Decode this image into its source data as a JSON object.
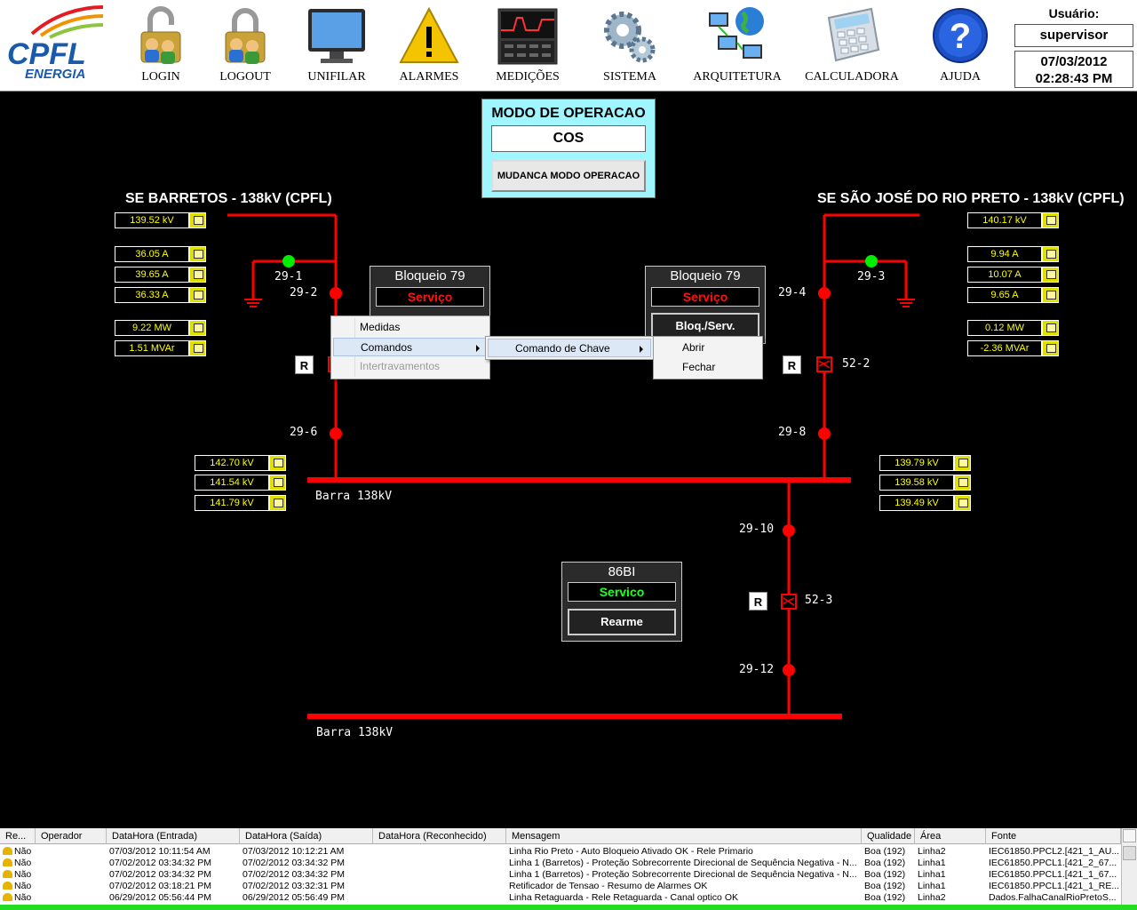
{
  "header": {
    "logo_top": "CPFL",
    "logo_bottom": "ENERGIA",
    "nav": [
      {
        "label": "LOGIN",
        "icon": "lock-open-users-icon"
      },
      {
        "label": "LOGOUT",
        "icon": "lock-users-icon"
      },
      {
        "label": "UNIFILAR",
        "icon": "monitor-icon"
      },
      {
        "label": "ALARMES",
        "icon": "warning-icon"
      },
      {
        "label": "MEDIÇÕES",
        "icon": "oscilloscope-icon"
      },
      {
        "label": "SISTEMA",
        "icon": "gears-icon"
      },
      {
        "label": "ARQUITETURA",
        "icon": "network-globe-icon"
      },
      {
        "label": "CALCULADORA",
        "icon": "calculator-icon"
      },
      {
        "label": "AJUDA",
        "icon": "help-icon"
      }
    ],
    "user_label": "Usuário:",
    "user_name": "supervisor",
    "date": "07/03/2012",
    "time": "02:28:43 PM"
  },
  "mode": {
    "title": "MODO DE OPERACAO",
    "value": "COS",
    "button": "MUDANCA MODO OPERACAO"
  },
  "stations": {
    "left": "SE BARRETOS - 138kV (CPFL)",
    "right": "SE SÃO JOSÉ DO RIO PRETO - 138kV (CPFL)"
  },
  "measurements": {
    "left_top": [
      "139.52 kV",
      "36.05 A",
      "39.65 A",
      "36.33 A",
      "9.22 MW",
      "1.51 MVAr"
    ],
    "right_top": [
      "140.17 kV",
      "9.94 A",
      "10.07 A",
      "9.65 A",
      "0.12 MW",
      "-2.36 MVAr"
    ],
    "left_bus": [
      "142.70 kV",
      "141.54 kV",
      "141.79 kV"
    ],
    "right_bus": [
      "139.79 kV",
      "139.58 kV",
      "139.49 kV"
    ]
  },
  "labels": {
    "sw_29_1": "29-1",
    "sw_29_2": "29-2",
    "sw_29_3": "29-3",
    "sw_29_4": "29-4",
    "sw_29_6": "29-6",
    "sw_29_8": "29-8",
    "sw_29_10": "29-10",
    "sw_29_12": "29-12",
    "brk_52_2": "52-2",
    "brk_52_3": "52-3",
    "bus_1": "Barra 138kV",
    "bus_2": "Barra 138kV",
    "r": "R"
  },
  "panels": {
    "bloq_left": {
      "title": "Bloqueio 79",
      "state": "Serviço"
    },
    "bloq_right": {
      "title": "Bloqueio 79",
      "state": "Serviço",
      "button": "Bloq./Serv."
    },
    "bi86": {
      "title": "86BI",
      "state": "Servico",
      "button": "Rearme"
    }
  },
  "context_menu": {
    "items": [
      "Medidas",
      "Comandos",
      "Intertravamentos"
    ],
    "submenu": [
      "Comando de Chave"
    ],
    "subsubmenu": [
      "Abrir",
      "Fechar"
    ]
  },
  "alarm_table": {
    "headers": [
      "Re...",
      "Operador",
      "DataHora (Entrada)",
      "DataHora (Saída)",
      "DataHora (Reconhecido)",
      "Mensagem",
      "Qualidade",
      "Área",
      "Fonte"
    ],
    "rows": [
      [
        "Não",
        "",
        "07/03/2012 10:11:54 AM",
        "07/03/2012 10:12:21 AM",
        "",
        "Linha Rio Preto - Auto Bloqueio Ativado OK - Rele Primario",
        "Boa (192)",
        "Linha2",
        "IEC61850.PPCL2.[421_1_AU..."
      ],
      [
        "Não",
        "",
        "07/02/2012 03:34:32 PM",
        "07/02/2012 03:34:32 PM",
        "",
        "Linha 1 (Barretos) - Proteção Sobrecorrente Direcional de Sequência Negativa - N...",
        "Boa (192)",
        "Linha1",
        "IEC61850.PPCL1.[421_2_67..."
      ],
      [
        "Não",
        "",
        "07/02/2012 03:34:32 PM",
        "07/02/2012 03:34:32 PM",
        "",
        "Linha 1 (Barretos) - Proteção Sobrecorrente Direcional de Sequência Negativa - N...",
        "Boa (192)",
        "Linha1",
        "IEC61850.PPCL1.[421_1_67..."
      ],
      [
        "Não",
        "",
        "07/02/2012 03:18:21 PM",
        "07/02/2012 03:32:31 PM",
        "",
        "Retificador de Tensao - Resumo de Alarmes OK",
        "Boa (192)",
        "Linha1",
        "IEC61850.PPCL1.[421_1_RE..."
      ],
      [
        "Não",
        "",
        "06/29/2012 05:56:44 PM",
        "06/29/2012 05:56:49 PM",
        "",
        "Linha Retaguarda - Rele Retaguarda - Canal optico OK",
        "Boa (192)",
        "Linha2",
        "Dados.FalhaCanalRioPretoS..."
      ]
    ]
  },
  "colors": {
    "line": "#ff0000",
    "closed_switch": "#ff0000",
    "open_switch": "#00ee00",
    "measure_text": "#ffff00",
    "service_red": "#ff1111",
    "service_green": "#22ff22",
    "mode_panel": "#9ff6ff"
  }
}
